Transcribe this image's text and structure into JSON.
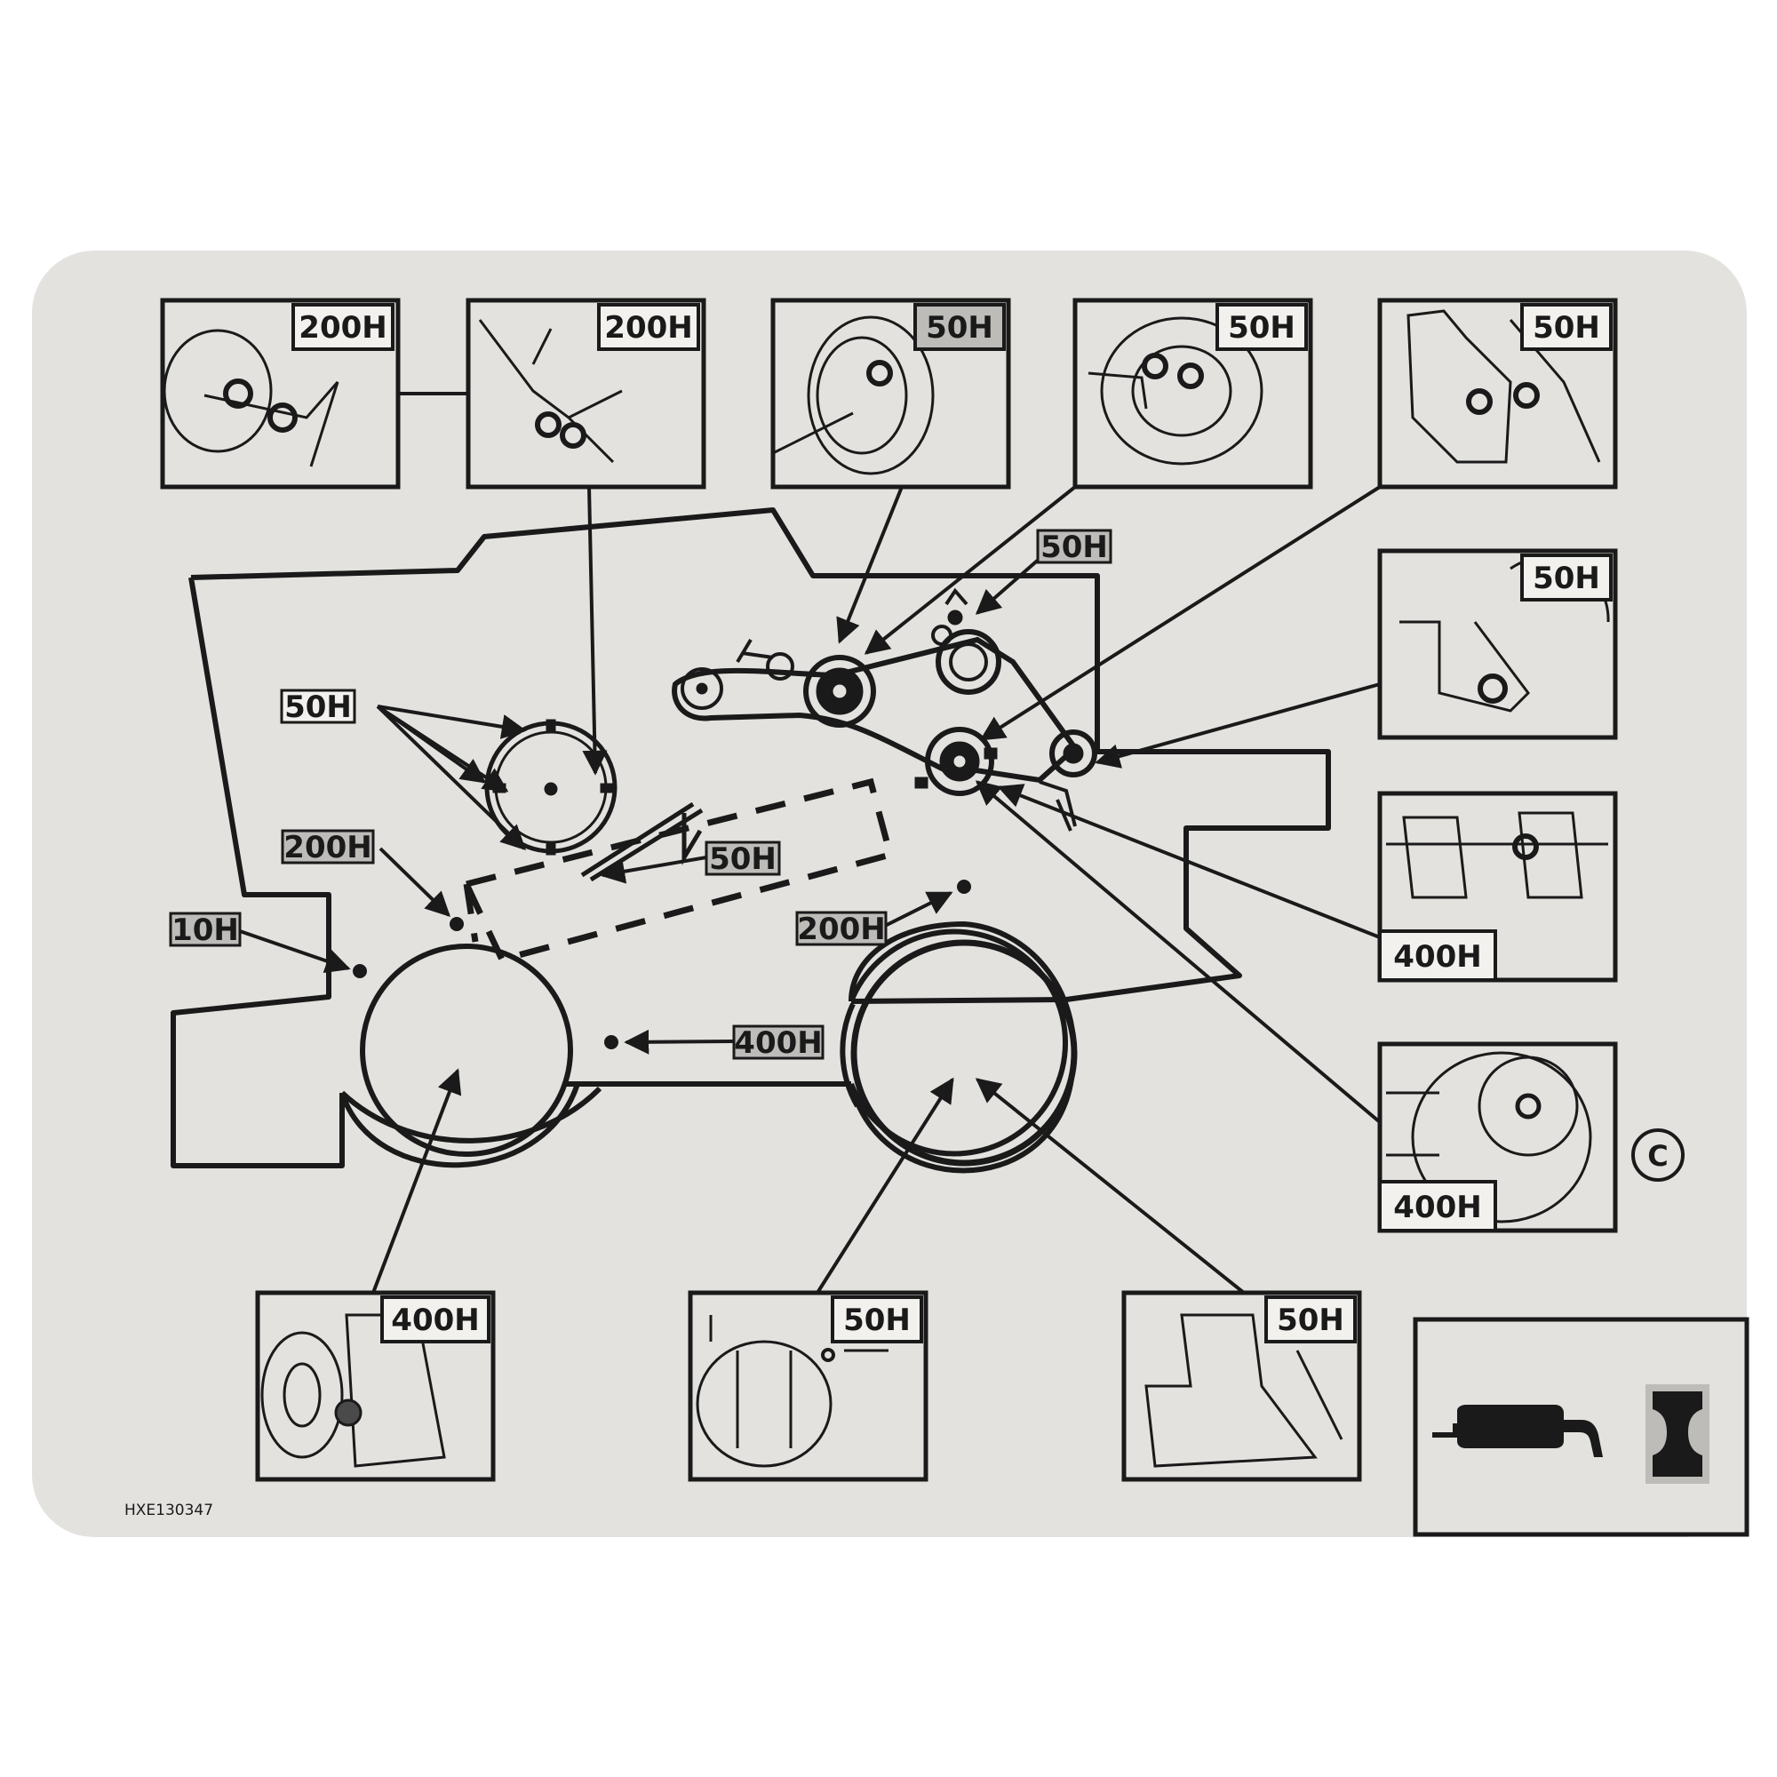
{
  "decal": {
    "background": "#e3e2df",
    "ink": "#1a1a1a",
    "label_fill_light": "#f2f1ee",
    "label_fill_dark": "#bdbcb9",
    "panel_labels": {
      "top1": "200H",
      "top2": "200H",
      "top3": "50H",
      "top4": "50H",
      "top5": "50H",
      "right1": "50H",
      "right2": "400H",
      "right3": "400H",
      "bottom1": "400H",
      "bottom2": "50H",
      "bottom3": "50H"
    },
    "inline_labels": {
      "drum": "50H",
      "belt": "50H",
      "feeder": "50H",
      "pivot": "200H",
      "axle": "200H",
      "frame": "10H",
      "center": "400H"
    },
    "region_badge": "C",
    "part_code": "HXE130347",
    "icons": [
      "exhaust-muffler-icon",
      "grease-fitting-icon"
    ]
  }
}
